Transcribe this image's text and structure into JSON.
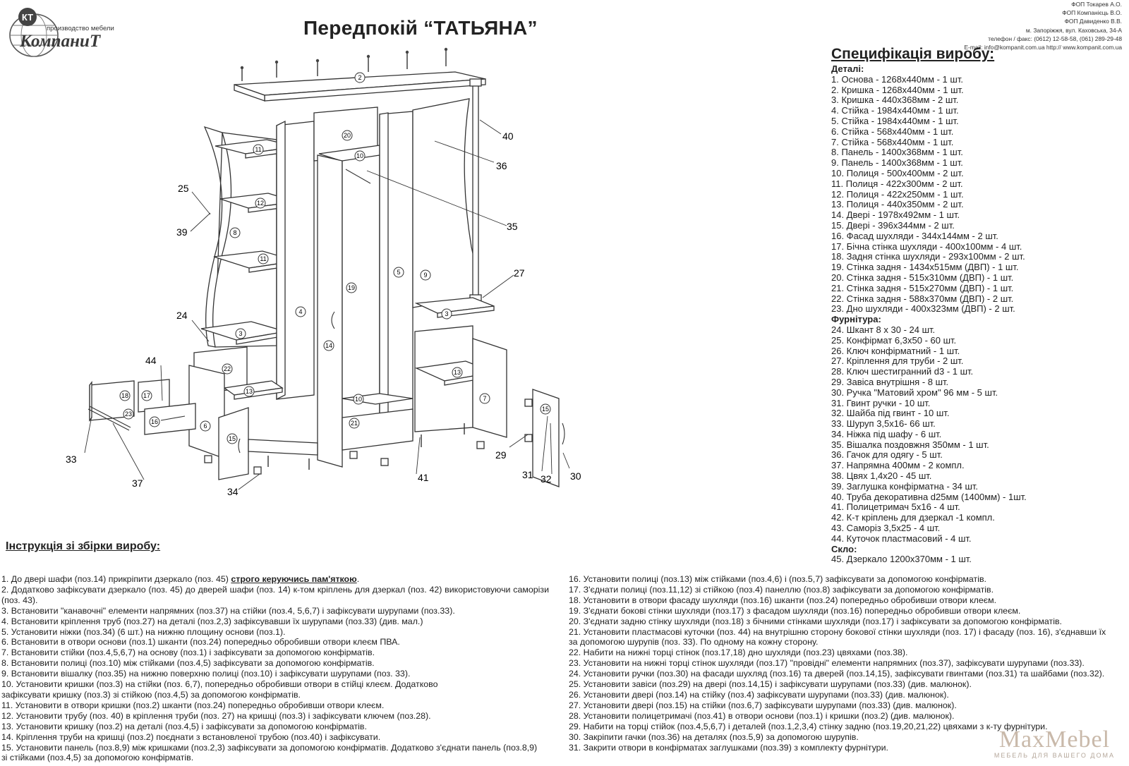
{
  "header": {
    "logo_mark": "КТ",
    "logo_small": "производство мебели",
    "logo_brand": "КомпаниТ",
    "title": "Передпокій “ТАТЬЯНА”",
    "contacts": [
      "ФОП Токарев А.О.",
      "ФОП Компанієць В.О.",
      "ФОП Давиденко В.В.",
      "м. Запоріжжя, вул. Каховська, 34-А",
      "телефон / факс: (0612) 12-58-58, (061) 289-29-48",
      "E-mail: info@kompanit.com.ua http:// www.kompanit.com.ua"
    ]
  },
  "spec": {
    "title": "Специфікація виробу:",
    "details_heading": "Деталі:",
    "details": [
      "1. Основа - 1268х440мм - 1 шт.",
      "2. Кришка - 1268х440мм - 1 шт.",
      "3. Кришка - 440х368мм - 2 шт.",
      "4. Стійка - 1984х440мм - 1 шт.",
      "5. Стійка - 1984х440мм - 1 шт.",
      "6. Стійка - 568х440мм - 1 шт.",
      "7. Стійка - 568х440мм - 1 шт.",
      "8. Панель - 1400х368мм - 1 шт.",
      "9. Панель - 1400х368мм - 1 шт.",
      "10. Полиця - 500х400мм - 2 шт.",
      "11. Полиця - 422х300мм - 2 шт.",
      "12. Полиця - 422х250мм - 1 шт.",
      "13. Полиця - 440х350мм - 2 шт.",
      "14. Двері - 1978х492мм - 1 шт.",
      "15. Двері - 396х344мм - 2 шт.",
      "16. Фасад шухляди - 344х144мм - 2 шт.",
      "17. Бічна стінка шухляди - 400х100мм - 4 шт.",
      "18. Задня стінка шухляди - 293х100мм - 2 шт.",
      "19. Стінка задня - 1434х515мм (ДВП) - 1 шт.",
      "20. Стінка задня - 515х310мм (ДВП) - 1 шт.",
      "21. Стінка задня - 515х270мм (ДВП) - 1 шт.",
      "22. Стінка задня - 588х370мм (ДВП) - 2 шт.",
      "23. Дно шухляди - 400х323мм (ДВП) - 2 шт."
    ],
    "hardware_heading": "Фурнітура:",
    "hardware": [
      "24. Шкант 8 х 30 - 24 шт.",
      "25. Конфірмат 6,3х50 - 60 шт.",
      "26. Ключ конфірматний - 1 шт.",
      "27. Кріплення для труби - 2 шт.",
      "28. Ключ шестигранний d3 - 1 шт.",
      "29. Завіса внутрішня - 8 шт.",
      "30. Ручка \"Матовий хром\" 96 мм - 5 шт.",
      "31. Гвинт ручки - 10 шт.",
      "32. Шайба під гвинт - 10 шт.",
      "33. Шуруп 3,5х16- 66 шт.",
      "34. Ніжка під шафу - 6 шт.",
      "35. Вішалка поздовжня 350мм - 1 шт.",
      "36. Гачок для одягу - 5 шт.",
      "37. Напрямна 400мм - 2 компл.",
      "38. Цвях 1,4х20 - 45 шт.",
      "39. Заглушка конфірматна - 34 шт.",
      "40. Труба декоративна d25мм (1400мм) - 1шт.",
      "41. Полицетримач 5х16 - 4 шт.",
      "42. К-т кріплень для дзеркал -1 компл.",
      "43. Саморіз 3,5х25 - 4 шт.",
      "44. Куточок пластмасовий - 4 шт."
    ],
    "glass_heading": "Скло:",
    "glass": [
      "45. Дзеркало 1200х370мм - 1 шт."
    ]
  },
  "drawing": {
    "callouts": {
      "c25": "25",
      "c39": "39",
      "c24": "24",
      "c44": "44",
      "c33": "33",
      "c37": "37",
      "c34": "34",
      "c41": "41",
      "c29": "29",
      "c31": "31",
      "c32": "32",
      "c30": "30",
      "c27": "27",
      "c35": "35",
      "c36": "36",
      "c40": "40"
    },
    "parts": {
      "p2": "2",
      "p20": "20",
      "p10a": "10",
      "p11a": "11",
      "p12": "12",
      "p8": "8",
      "p11b": "11",
      "p3a": "3",
      "p4": "4",
      "p22": "22",
      "p13a": "13",
      "p6": "6",
      "p15a": "15",
      "p19": "19",
      "p14": "14",
      "p5": "5",
      "p9": "9",
      "p10b": "10",
      "p21": "21",
      "p3b": "3",
      "p13b": "13",
      "p7": "7",
      "p18": "18",
      "p17": "17",
      "p23": "23",
      "p16": "16",
      "p15b": "15"
    }
  },
  "instructions": {
    "title": "Інструкція зі збірки виробу:",
    "step1_pre": "1. До двері шафи (поз.14) прикріпити дзеркало (поз. 45) ",
    "step1_strong": "строго керуючись пам'яткою",
    "step1_post": ".",
    "left": [
      "2. Додатково зафіксувати дзеркало (поз. 45) до дверей шафи (поз. 14) к-том кріплень для дзеркал (поз. 42) використовуючи саморізи (поз. 43).",
      "3. Встановити \"канавочні\" елементи напрямних (поз.37) на стійки (поз.4, 5,6,7) і зафіксувати шурупами (поз.33).",
      "4. Встановити кріплення труб (поз.27) на деталі (поз.2,3) зафіксувавши їх шурупами (поз.33) (див. мал.)",
      "5. Установити ніжки (поз.34) (6 шт.) на нижню площину основи (поз.1).",
      "6. Встановити в отвори основи (поз.1) шканти (поз.24) попередньо обробивши отвори клеєм ПВА.",
      "7. Встановити стійки (поз.4,5,6,7) на основу (поз.1) і зафіксувати за допомогою конфірматів.",
      "8. Встановити полиці (поз.10) між стійками (поз.4,5) зафіксувати за допомогою конфірматів.",
      "9. Встановити вішалку (поз.35) на нижню поверхню полиці (поз.10) і зафіксувати шурупами (поз. 33).",
      "10. Установити кришки (поз.3) на стійки (поз. 6,7), попередньо обробивши отвори в стійці клеєм. Додатково",
      "зафіксувати кришку (поз.3) зі стійкою (поз.4,5) за допомогою конфірматів.",
      "11. Установити в отвори кришки (поз.2) шканти (поз.24) попередньо обробивши отвори клеєм.",
      "12. Установити трубу (поз. 40) в кріплення труби (поз. 27) на кришці (поз.3) і зафіксувати ключем (поз.28).",
      "13. Установити кришку (поз.2) на деталі (поз.4,5) і зафіксувати за допомогою конфірматів.",
      "14. Кріплення труби на кришці (поз.2) поєднати з встановленої трубою (поз.40) і зафіксувати.",
      "15. Установити панель (поз.8,9) між кришками (поз.2,3) зафіксувати за допомогою конфірматів. Додатково з'єднати панель (поз.8,9)",
      "зі стійками (поз.4,5) за допомогою конфірматів."
    ],
    "right": [
      "16. Установити полиці (поз.13) між стійками (поз.4,6) і (поз.5,7) зафіксувати за допомогою конфірматів.",
      "17. З'єднати полиці (поз.11,12) зі стійкою (поз.4) панеллю (поз.8) зафіксувати за допомогою конфірматів.",
      "18. Установити в отвори фасаду шухляди (поз.16) шканти (поз.24) попередньо обробивши отвори клеєм.",
      "19. З'єднати бокові стінки шухляди (поз.17) з фасадом шухляди (поз.16) попередньо обробивши отвори клеєм.",
      "20. З'єднати задню стінку шухляди (поз.18) з бічними стінками шухляди (поз.17) і зафіксувати за допомогою конфірматів.",
      "21. Установити пластмасові куточки (поз. 44) на внутрішню сторону бокової стінки шухляди (поз. 17) і фасаду (поз. 16), з'єднавши їх",
      "за допомогою шурупів (поз. 33). По одному на кожну сторону.",
      "22. Набити на нижні торці стінок (поз.17,18) дно шухляди (поз.23) цвяхами (поз.38).",
      "23. Установити на нижні торці стінок шухляди (поз.17) \"провідні\" елементи напрямних (поз.37), зафіксувати шурупами (поз.33).",
      "24. Установити ручки (поз.30) на фасади шухляд (поз.16) та дверей (поз.14,15), зафіксувати гвинтами (поз.31) та шайбами (поз.32).",
      "25. Установити завіси (поз.29) на двері (поз.14,15) і зафіксувати шурупами (поз.33) (див. малюнок).",
      "26. Установити двері (поз.14) на стійку (поз.4) зафіксувати шурупами (поз.33) (див. малюнок).",
      "27. Установити двері (поз.15) на стійки (поз.6,7) зафіксувати шурупами (поз.33) (див. малюнок).",
      "28. Установити полицетримачі (поз.41) в отвори основи (поз.1) і кришки (поз.2) (див. малюнок).",
      "29. Набити на торці стійок (поз.4,5,6,7) і деталей (поз.1,2,3,4) стінку задню (поз.19,20,21,22) цвяхами з к-ту фурнітури.",
      "30. Закріпити гачки (поз.36) на деталях (поз.5,9) за допомогою шурупів.",
      "31. Закрити отвори в конфірматах заглушками (поз.39) з комплекту фурнітури."
    ]
  },
  "watermark": {
    "name": "MaxMebel",
    "tagline": "МЕБЕЛЬ ДЛЯ ВАШЕГО ДОМА"
  }
}
